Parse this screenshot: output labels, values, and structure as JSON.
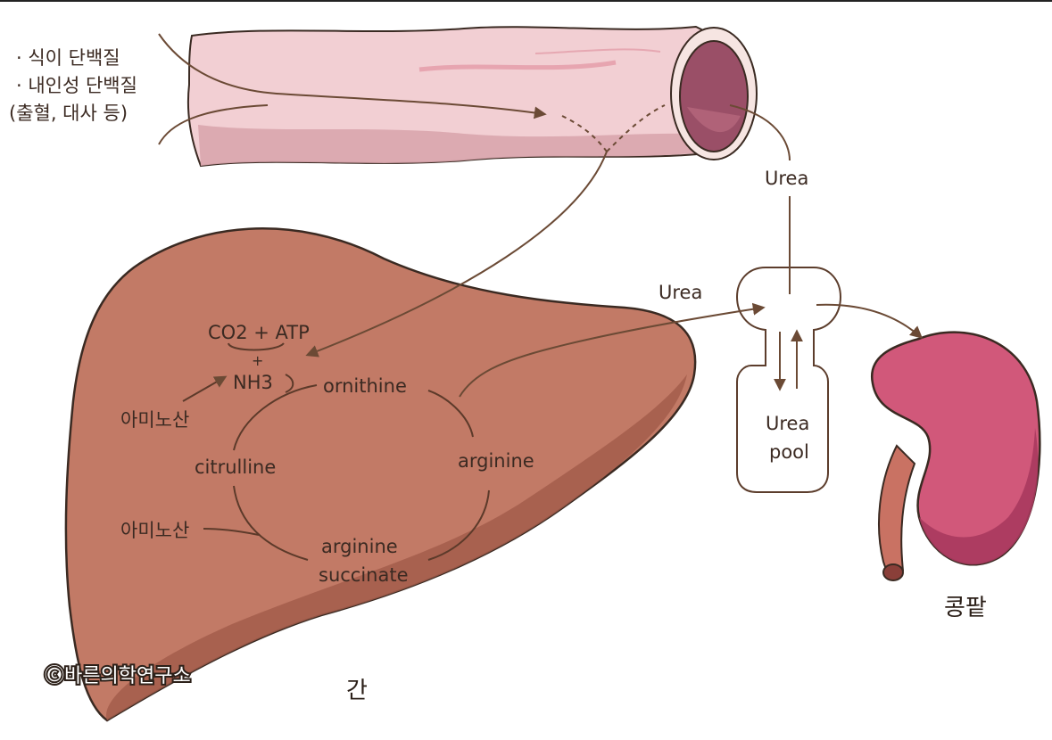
{
  "protein_sources": {
    "line1": "· 식이 단백질",
    "line2": "· 내인성 단백질",
    "line3": "(출혈, 대사 등)"
  },
  "cycle": {
    "co2_atp": "CO2 + ATP",
    "plus": "+",
    "nh3": "NH3",
    "ornithine": "ornithine",
    "arginine": "arginine",
    "arginine_succinate_1": "arginine",
    "arginine_succinate_2": "succinate",
    "citrulline": "citrulline",
    "amino_acid_top": "아미노산",
    "amino_acid_bottom": "아미노산"
  },
  "flow": {
    "urea_top": "Urea",
    "urea_left": "Urea",
    "urea_pool_1": "Urea",
    "urea_pool_2": "pool"
  },
  "organs": {
    "liver": "간",
    "kidney": "콩팥"
  },
  "copyright": "ⓒ바른의학연구소",
  "colors": {
    "liver": "#c27a66",
    "liver_shadow": "#a35d4b",
    "intestine": "#f2cfd3",
    "intestine_shadow": "#d9a5ad",
    "kidney": "#d1587a",
    "kidney_shadow": "#a83a5e",
    "ureter": "#c97263",
    "line": "#6b4a35"
  }
}
